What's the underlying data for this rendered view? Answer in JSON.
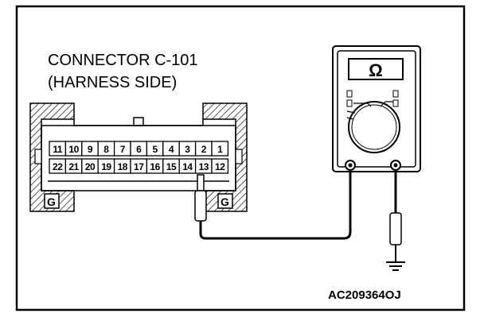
{
  "connector": {
    "title_line1": "CONNECTOR C-101",
    "title_line2": "(HARNESS SIDE)",
    "top_row_pins": [
      "11",
      "10",
      "9",
      "8",
      "7",
      "6",
      "5",
      "4",
      "3",
      "2",
      "1"
    ],
    "bottom_row_pins": [
      "22",
      "21",
      "20",
      "19",
      "18",
      "17",
      "16",
      "15",
      "14",
      "13",
      "12"
    ],
    "ground_left": "G",
    "ground_right": "G",
    "probed_pin": "13"
  },
  "meter": {
    "unit_symbol": "Ω"
  },
  "figure_code": "AC209364OJ"
}
